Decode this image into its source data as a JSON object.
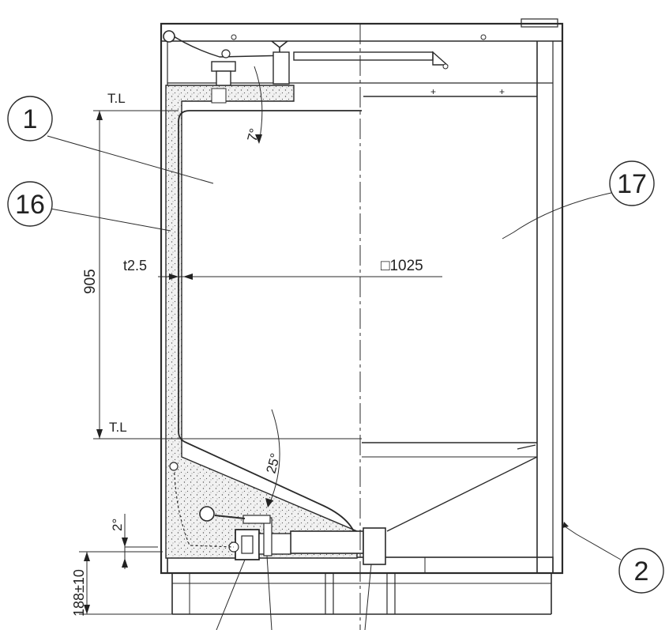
{
  "balloons": {
    "b1": "1",
    "b16": "16",
    "b17": "17",
    "b2": "2"
  },
  "labels": {
    "tl_top": "T.L",
    "tl_bottom": "T.L",
    "wall": "t2.5",
    "width": "□1025",
    "height": "905",
    "angle_top": "7°",
    "angle_cone": "25°",
    "angle_base": "2°",
    "base_height": "188±10"
  }
}
